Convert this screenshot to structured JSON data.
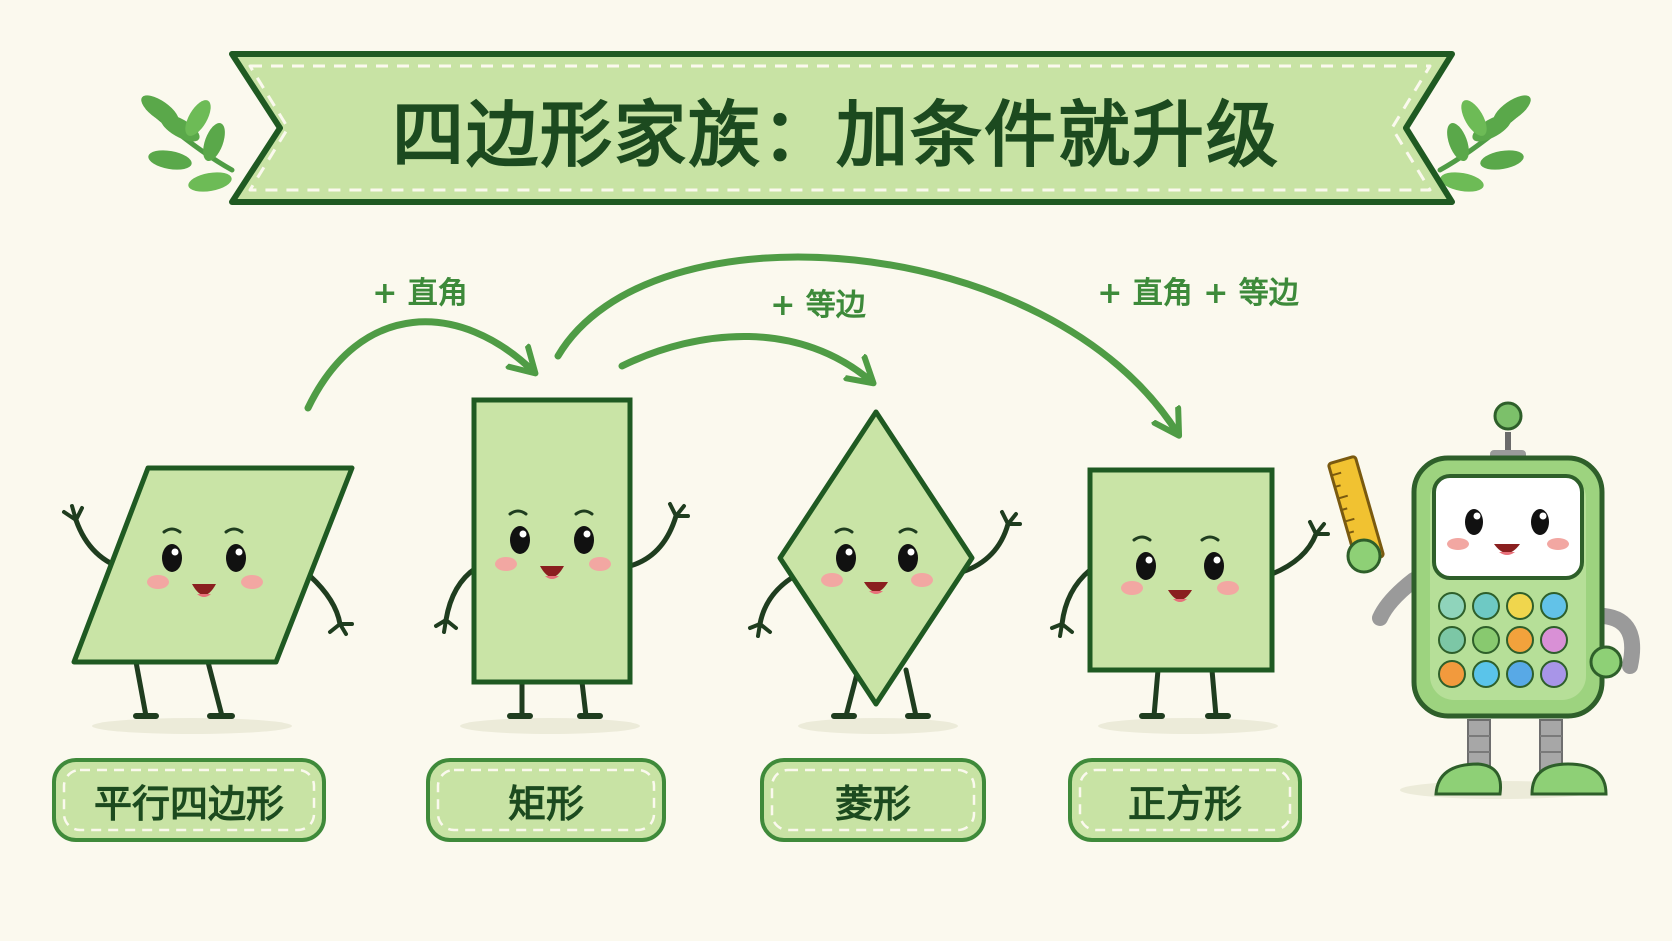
{
  "title": "四边形家族：加条件就升级",
  "arrows": [
    {
      "label": "+ 直角"
    },
    {
      "label": "+ 等边"
    },
    {
      "label": "+ 直角 + 等边"
    }
  ],
  "shapes": [
    {
      "label": "平行四边形"
    },
    {
      "label": "矩形"
    },
    {
      "label": "菱形"
    },
    {
      "label": "正方形"
    }
  ],
  "colors": {
    "background": "#fbf9ee",
    "banner_fill": "#c8e3a4",
    "shape_fill": "#c9e4a6",
    "outline": "#1f5a22",
    "arrow": "#4f9c45",
    "title_text": "#1c4a1f",
    "cheek": "#f2a7a2"
  },
  "mascot": {
    "type": "calculator-robot",
    "holds": "ruler",
    "key_colors": [
      "#8fd4bb",
      "#6ec9c4",
      "#f0d64d",
      "#62c2e8",
      "#7cc7a6",
      "#88c96f",
      "#f2a23c",
      "#d990d6",
      "#f29a3d",
      "#5ac4ea",
      "#58a9e6",
      "#a895e8"
    ]
  }
}
